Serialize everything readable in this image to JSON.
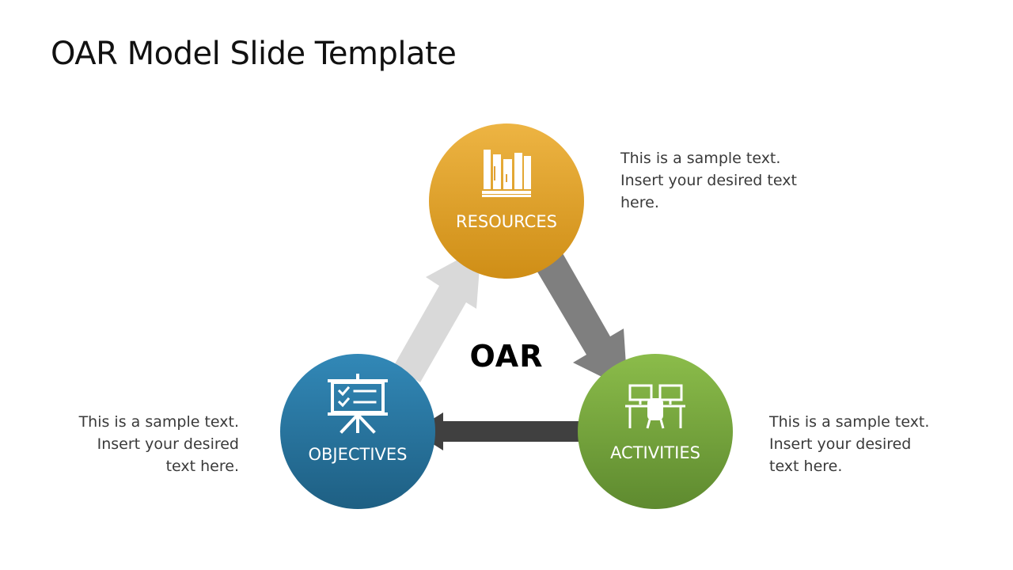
{
  "slide": {
    "title": "OAR Model Slide Template"
  },
  "diagram": {
    "center_label": "OAR",
    "nodes": {
      "resources": {
        "label": "RESOURCES",
        "icon": "bookshelf-icon",
        "color_top": "#EDB443",
        "color_bottom": "#CF8E16",
        "note_lines": [
          "This is a sample text.",
          "Insert your desired text",
          "here."
        ]
      },
      "objectives": {
        "label": "OBJECTIVES",
        "icon": "presentation-board-icon",
        "color_top": "#3288B7",
        "color_bottom": "#1E5F83",
        "note_lines": [
          "This is a sample text.",
          "Insert your desired",
          "text here."
        ]
      },
      "activities": {
        "label": "ACTIVITIES",
        "icon": "workstation-icon",
        "color_top": "#8BBC4A",
        "color_bottom": "#5E8A2F",
        "note_lines": [
          "This is a sample text.",
          "Insert your desired",
          "text here."
        ]
      }
    },
    "arrows": [
      {
        "from": "objectives",
        "to": "resources",
        "color": "#D9D9D9"
      },
      {
        "from": "resources",
        "to": "activities",
        "color": "#7F7F7F"
      },
      {
        "from": "activities",
        "to": "objectives",
        "color": "#404040"
      }
    ]
  }
}
